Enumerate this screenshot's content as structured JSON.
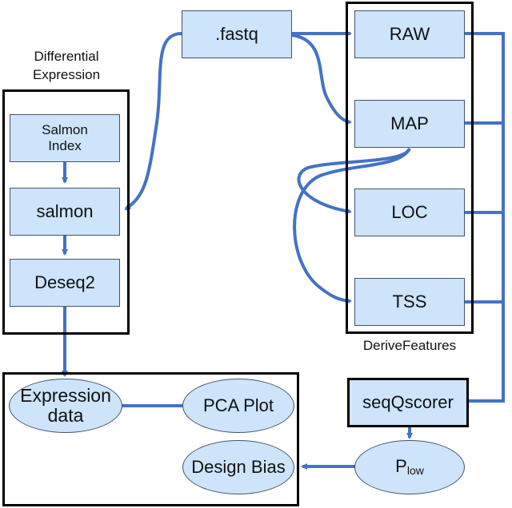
{
  "colors": {
    "node_fill": "#cde4fa",
    "node_border": "#44546a",
    "edge": "#4472c4",
    "frame": "#000000"
  },
  "groups": {
    "differential_expression": {
      "label_line1": "Differential",
      "label_line2": "Expression"
    },
    "derive_features": {
      "label": "DeriveFeatures"
    },
    "output": {
      "label": ""
    }
  },
  "nodes": {
    "fastq": ".fastq",
    "raw": "RAW",
    "map": "MAP",
    "loc": "LOC",
    "tss": "TSS",
    "salmon_index_line1": "Salmon",
    "salmon_index_line2": "Index",
    "salmon": "salmon",
    "deseq2": "Deseq2",
    "seqqscorer": "seqQscorer",
    "expression_data_line1": "Expression",
    "expression_data_line2": "data",
    "pca_plot": "PCA Plot",
    "design_bias": "Design Bias",
    "plow_main": "P",
    "plow_sub": "low"
  },
  "edges": [
    {
      "from": "fastq",
      "to": "salmon"
    },
    {
      "from": "fastq",
      "to": "raw"
    },
    {
      "from": "fastq",
      "to": "map"
    },
    {
      "from": "map",
      "to": "loc"
    },
    {
      "from": "map",
      "to": "tss"
    },
    {
      "from": "raw",
      "to": "seqqscorer"
    },
    {
      "from": "map",
      "to": "seqqscorer"
    },
    {
      "from": "loc",
      "to": "seqqscorer"
    },
    {
      "from": "tss",
      "to": "seqqscorer"
    },
    {
      "from": "salmon_index",
      "to": "salmon"
    },
    {
      "from": "salmon",
      "to": "deseq2"
    },
    {
      "from": "deseq2",
      "to": "expression_data"
    },
    {
      "from": "expression_data",
      "to": "pca_plot"
    },
    {
      "from": "seqqscorer",
      "to": "plow"
    },
    {
      "from": "plow",
      "to": "design_bias"
    }
  ]
}
